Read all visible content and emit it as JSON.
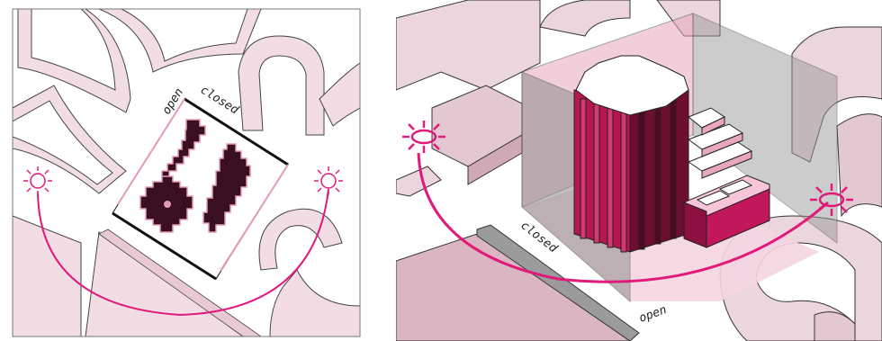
{
  "plan": {
    "label_open": "open",
    "label_closed": "closed"
  },
  "axo": {
    "label_closed": "closed",
    "label_open": "open"
  },
  "colors": {
    "accent": "#e0197a",
    "pink_light": "#f2dde4",
    "pink_mid": "#e9c9d3",
    "building_dark": "#3b0f22",
    "building_face": "#c2185b",
    "glass_pink": "#e8a7bf",
    "glass_grey": "#9a9a9a",
    "outline": "#222222"
  },
  "icons": {
    "sun": "sun-icon"
  }
}
